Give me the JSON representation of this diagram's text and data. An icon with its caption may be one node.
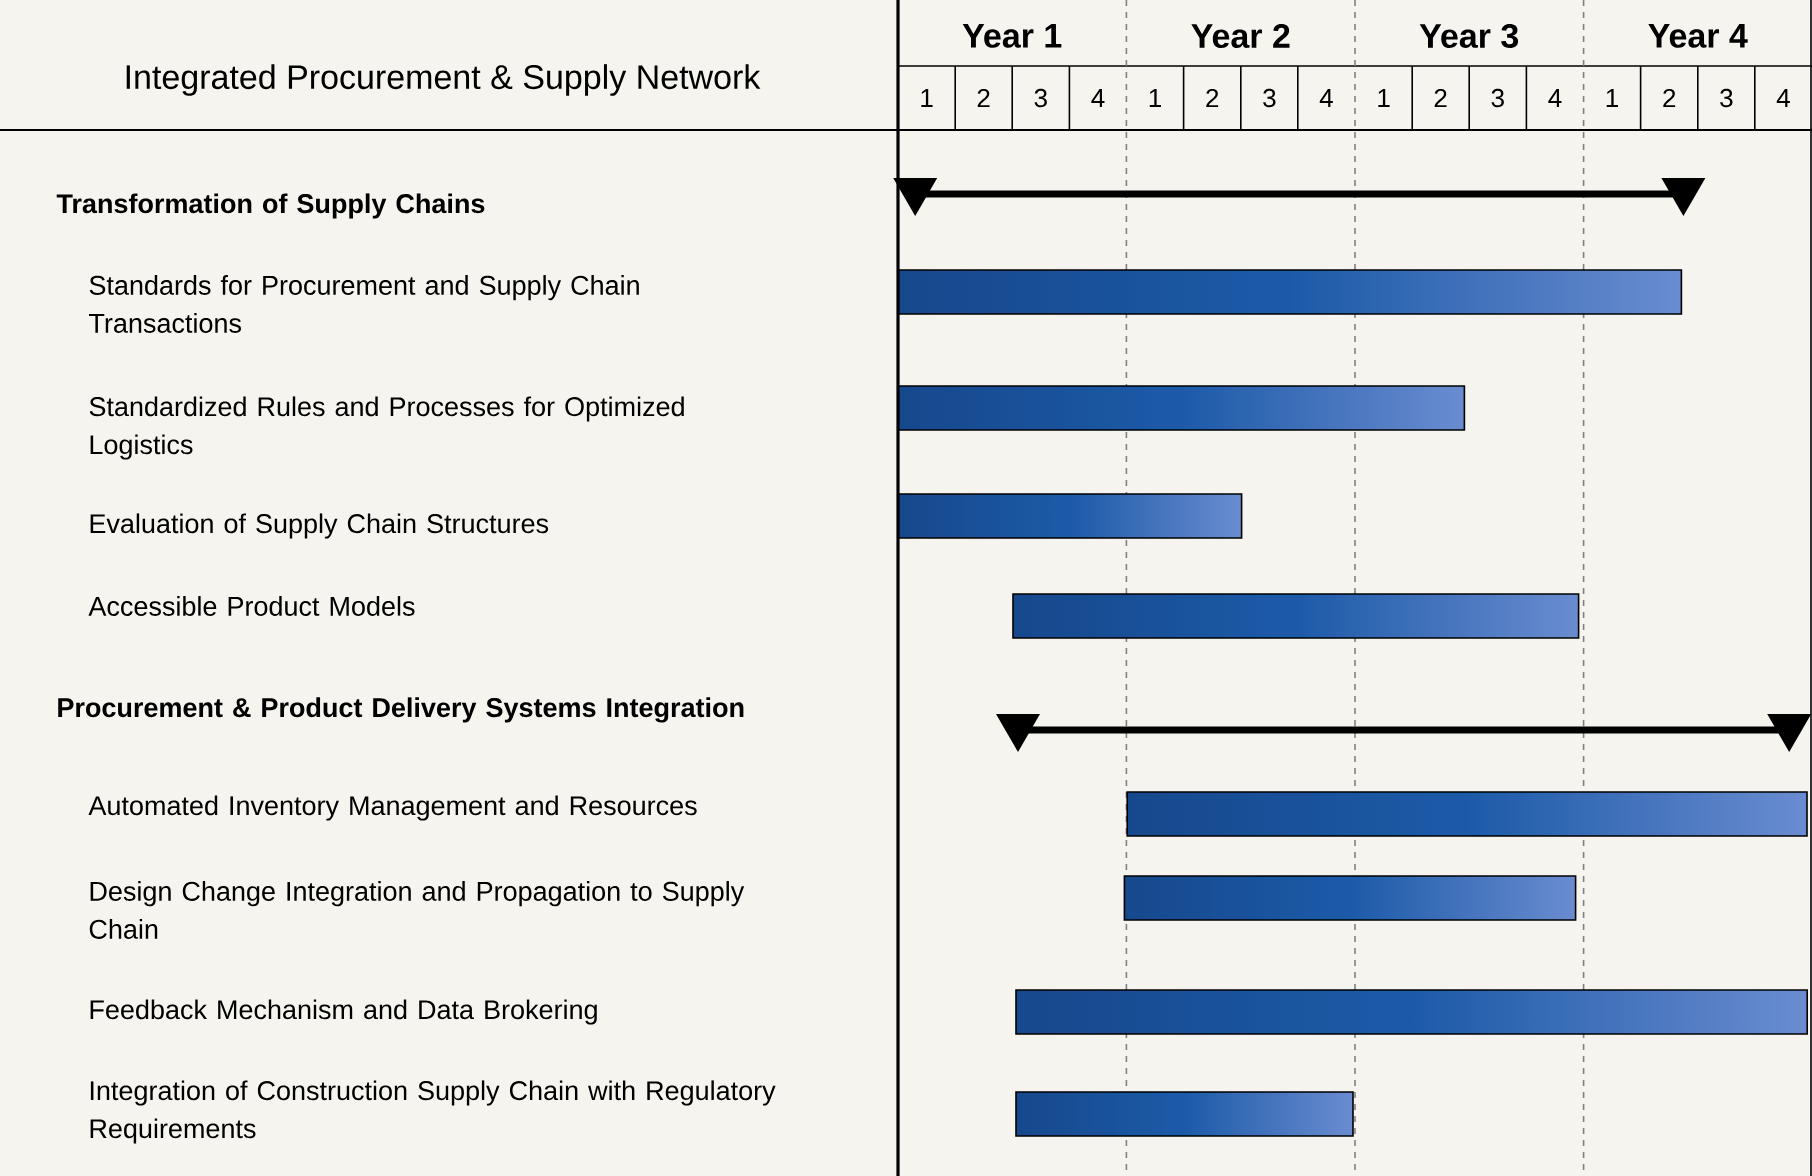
{
  "diagram": {
    "title": "Integrated Procurement & Supply Network",
    "nodes": [
      {
        "text": [
          "Transformation of Supply Chains"
        ]
      },
      {
        "text": [
          "Standards for Procurement and Supply Chain Transactions"
        ]
      },
      {
        "text": [
          "Standardized Rules and Processes for Optimized Logistics"
        ]
      },
      {
        "text": [
          "Evaluation of Supply Chain Structures"
        ]
      },
      {
        "text": [
          "Accessible Product Models"
        ]
      },
      {
        "text": [
          "Procurement & Product Delivery Systems Integration"
        ]
      },
      {
        "text": [
          "Automated Inventory Management and Resources"
        ]
      },
      {
        "text": [
          "Design Change Integration and Propagation to Supply Chain"
        ]
      },
      {
        "text": [
          "Feedback Mechanism and Data Brokering"
        ]
      },
      {
        "text": [
          "Integration of Construction Supply Chain with Regulatory Requirements"
        ]
      },
      {
        "text": [],
        "shape": "line"
      },
      {
        "text": [],
        "shape": "bar"
      },
      {
        "text": [],
        "shape": "bar"
      },
      {
        "text": [],
        "shape": "bar"
      },
      {
        "text": [],
        "shape": "bar"
      },
      {
        "text": [],
        "shape": "line"
      },
      {
        "text": [],
        "shape": "bar"
      },
      {
        "text": [],
        "shape": "bar"
      },
      {
        "text": [],
        "shape": "bar"
      },
      {
        "text": [],
        "shape": "bar"
      }
    ],
    "labels": [
      "Year 1",
      "Year 2",
      "Year 3",
      "Year 4",
      "1",
      "2",
      "3",
      "4",
      "1",
      "2",
      "3",
      "4",
      "1",
      "2",
      "3",
      "4",
      "1",
      "2",
      "3",
      "4"
    ]
  }
}
